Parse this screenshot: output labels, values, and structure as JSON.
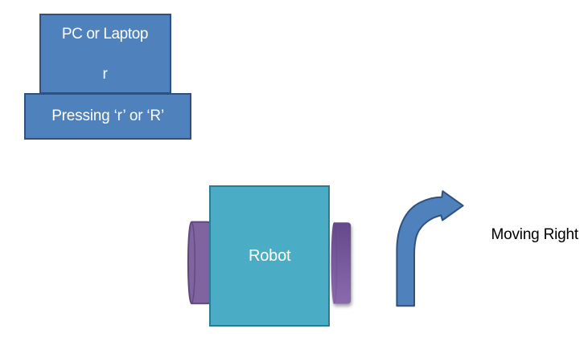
{
  "pc_box": {
    "line1": "PC or Laptop",
    "line2": "r"
  },
  "press_box": {
    "label": "Pressing ‘r’ or ‘R’"
  },
  "robot_box": {
    "label": "Robot"
  },
  "arrow": {
    "caption": "Moving Right"
  },
  "colors": {
    "blue_fill": "#4f81bd",
    "blue_border": "#30517e",
    "teal_fill": "#4bacc6",
    "teal_border": "#2d7b92",
    "purple_fill": "#8064a2",
    "purple_border": "#5f497a",
    "background": "#ffffff",
    "caption_text": "#000000",
    "box_text": "#ffffff"
  }
}
